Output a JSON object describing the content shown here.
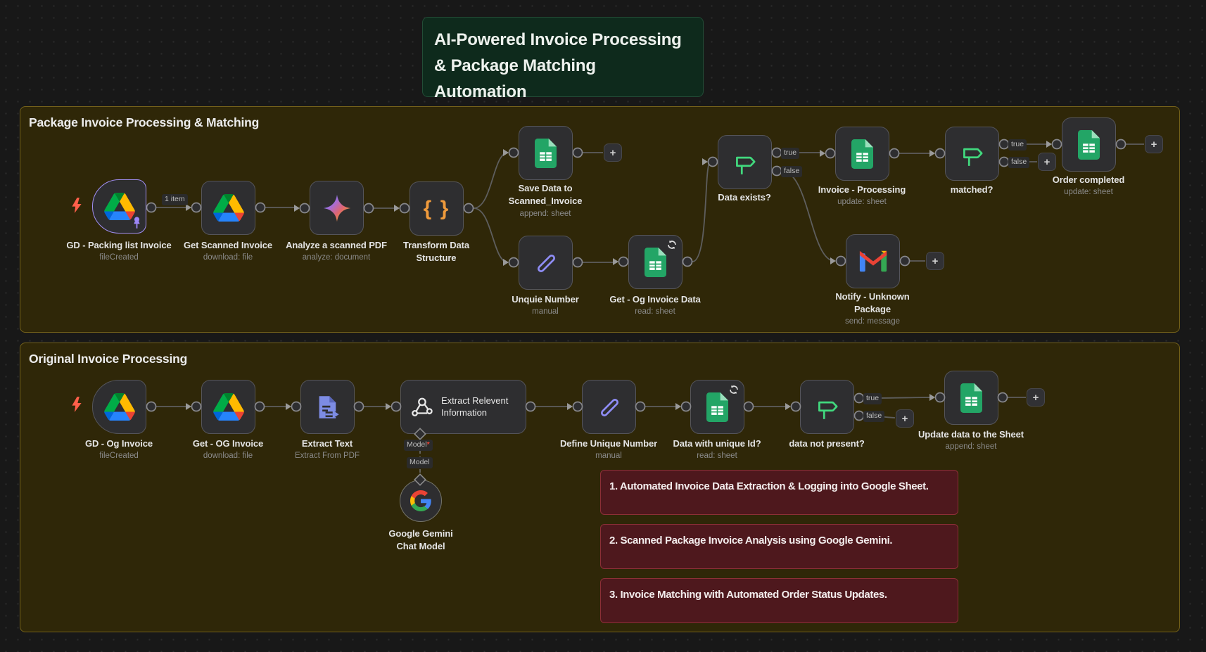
{
  "title": {
    "line1": "AI-Powered Invoice Processing",
    "line2": "& Package Matching Automation"
  },
  "sections": [
    {
      "title": "Package Invoice Processing & Matching"
    },
    {
      "title": "Original Invoice Processing"
    }
  ],
  "badges": {
    "one_item": "1 item",
    "true_label": "true",
    "false_label": "false",
    "model_label": "Model",
    "required_star": "*",
    "plus": "+"
  },
  "nodes": {
    "gd_packing": {
      "label": "GD - Packing list Invoice",
      "subtitle": "fileCreated"
    },
    "get_scanned": {
      "label": "Get Scanned Invoice",
      "subtitle": "download: file"
    },
    "analyze_pdf": {
      "label": "Analyze a scanned PDF",
      "subtitle": "analyze: document"
    },
    "transform": {
      "label": "Transform Data Structure",
      "subtitle": ""
    },
    "save_data": {
      "label": "Save Data to Scanned_Invoice",
      "subtitle": "append: sheet"
    },
    "unquie": {
      "label": "Unquie Number",
      "subtitle": "manual"
    },
    "get_og_data": {
      "label": "Get - Og Invoice Data",
      "subtitle": "read: sheet"
    },
    "data_exists": {
      "label": "Data exists?",
      "subtitle": ""
    },
    "invoice_processing": {
      "label": "Invoice - Processing",
      "subtitle": "update: sheet"
    },
    "matched": {
      "label": "matched?",
      "subtitle": ""
    },
    "order_completed": {
      "label": "Order completed",
      "subtitle": "update: sheet"
    },
    "notify": {
      "label": "Notify - Unknown Package",
      "subtitle": "send: message"
    },
    "gd_og": {
      "label": "GD - Og Invoice",
      "subtitle": "fileCreated"
    },
    "get_og": {
      "label": "Get - OG Invoice",
      "subtitle": "download: file"
    },
    "extract_text": {
      "label": "Extract Text",
      "subtitle": "Extract From PDF"
    },
    "extract_info": {
      "label": "Extract Relevent Information",
      "subtitle": ""
    },
    "define_unique": {
      "label": "Define Unique Number",
      "subtitle": "manual"
    },
    "data_unique": {
      "label": "Data with unique Id?",
      "subtitle": "read: sheet"
    },
    "data_not_present": {
      "label": "data not present?",
      "subtitle": ""
    },
    "update_sheet": {
      "label": "Update data to the Sheet",
      "subtitle": "append: sheet"
    },
    "gemini_model": {
      "label": "Google Gemini Chat Model",
      "subtitle": ""
    }
  },
  "notes": [
    "1. Automated Invoice Data Extraction & Logging into Google Sheet.",
    "2. Scanned Package Invoice Analysis using Google Gemini.",
    "3. Invoice Matching with Automated Order Status Updates."
  ],
  "icons": {
    "google-drive": "triangle-logo",
    "google-sheets": "green-file-grid",
    "gemini-sparkle": "gradient-4-point-star",
    "code-braces": "{ }",
    "edit-pen": "diagonal-pen",
    "if-signpost": "green-signpost",
    "gmail": "gmail-m",
    "extract-file": "document-arrow",
    "info-extractor": "node-graph",
    "google-g": "google-g",
    "loop": "circular-arrows",
    "pin": "pushpin",
    "lightning": "trigger-bolt",
    "plus": "+"
  },
  "colors": {
    "canvas": "#181818",
    "sticky_amber": "#2f2708",
    "sticky_amber_border": "#75621a",
    "sticky_green": "#0e2a1c",
    "sticky_red": "#4e181d",
    "node_bg": "#2e2e30",
    "accent_selected": "#a18ff5",
    "if_green": "#41d97e",
    "set_orange": "#f09b3c",
    "pen_purple": "#8f8df6",
    "wire": "#5e5e5e"
  }
}
